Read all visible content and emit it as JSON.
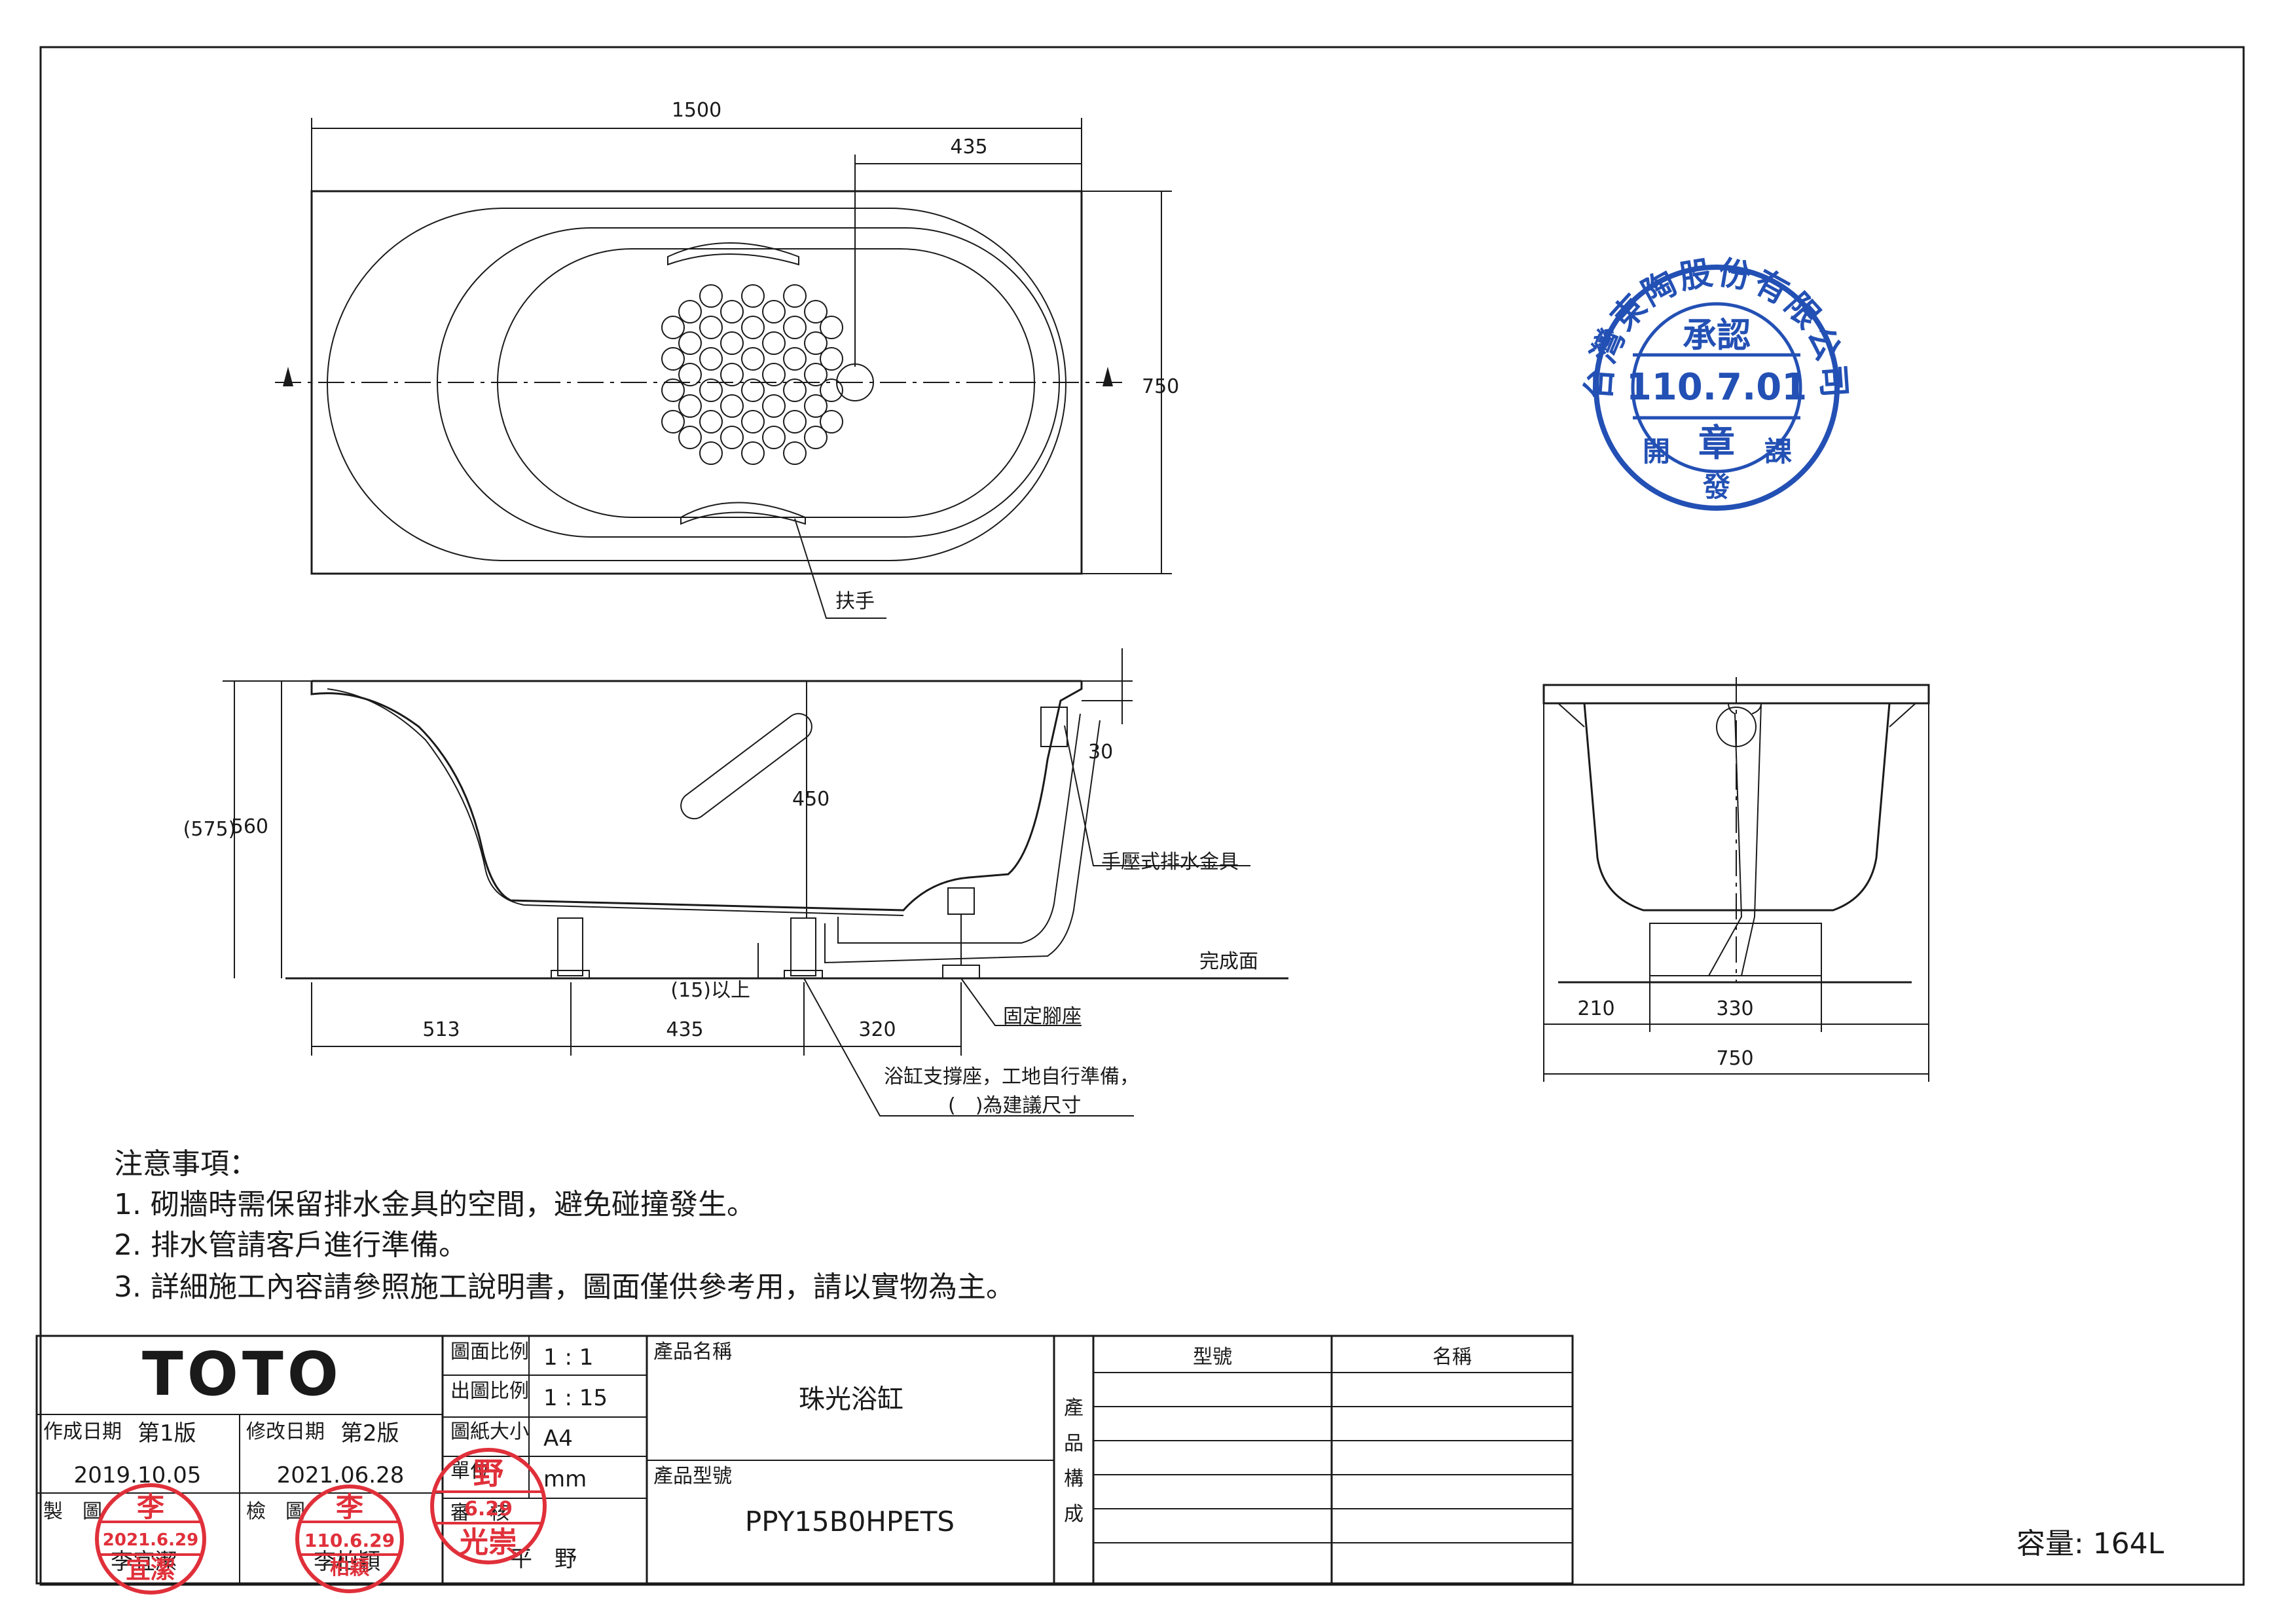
{
  "dimensions": {
    "top_length": "1500",
    "top_offset": "435",
    "top_width": "750",
    "side_rim": "(575)",
    "side_height": "560",
    "side_depth": "450",
    "side_rim_thk": "30",
    "side_gap": "(15)以上",
    "side_seg_a": "513",
    "side_seg_b": "435",
    "side_seg_c": "320",
    "end_left": "210",
    "end_mid": "330",
    "end_total": "750"
  },
  "labels": {
    "handle": "扶手",
    "drain": "手壓式排水金具",
    "floor": "完成面",
    "foot": "固定腳座",
    "support_1": "浴缸支撐座，工地自行準備，",
    "support_2": "(　)為建議尺寸"
  },
  "notes": {
    "title": "注意事項：",
    "items": [
      "1. 砌牆時需保留排水金具的空間，避免碰撞發生。",
      "2. 排水管請客戶進行準備。",
      "3. 詳細施工內容請參照施工說明書，圖面僅供參考用，請以實物為主。"
    ]
  },
  "title_block": {
    "brand": "TOTO",
    "scale_label": "圖面比例",
    "scale": "1 : 1",
    "print_scale_label": "出圖比例",
    "print_scale": "1 : 15",
    "paper_label": "圖紙大小",
    "paper": "A4",
    "unit_label": "單位",
    "unit": "mm",
    "created_label": "作成日期",
    "created_version": "第1版",
    "created_date": "2019.10.05",
    "revised_label": "修改日期",
    "revised_version": "第2版",
    "revised_date": "2021.06.28",
    "drawn_label": "製　圖",
    "drawn_by": "李宜潔",
    "checked_label": "檢　圖",
    "checked_by": "李柏穎",
    "approved_label": "審　核",
    "approved_by": "平　野",
    "product_name_label": "產品名稱",
    "product_name": "珠光浴缸",
    "product_model_label": "產品型號",
    "product_model": "PPY15B0HPETS",
    "composition_label": [
      "產",
      "品",
      "構",
      "成"
    ],
    "model_col": "型號",
    "name_col": "名稱"
  },
  "capacity": "容量: 164L",
  "stamps": {
    "approval_company": "台灣東陶股份有限公司",
    "approval_title": "承認",
    "approval_date": "110.7.01",
    "approval_seal": "章",
    "approval_dept_1": "開",
    "approval_dept_2": "發",
    "approval_dept_3": "課",
    "drawn_date": "2021.6.29",
    "drawn_name_1": "李",
    "drawn_name_2": "宜潔",
    "checked_date": "110.6.29",
    "checked_name": "李",
    "checked_sub": "柏穎",
    "approved_name_1": "野",
    "approved_date": "6.29",
    "approved_name_2": "光崇"
  },
  "colors": {
    "approval_stamp": "#2350b4",
    "personal_stamp": "#e0303a"
  }
}
